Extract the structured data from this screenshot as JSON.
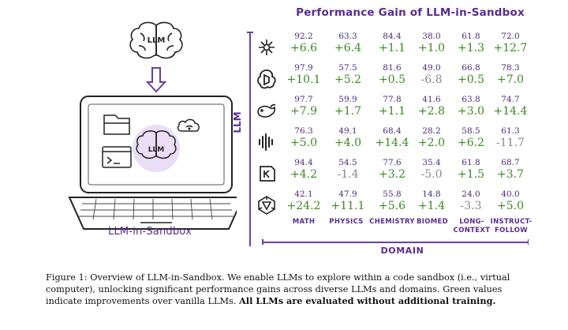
{
  "figure": {
    "sandbox_label": "LLM-in-Sandbox",
    "brain_label_top": "LLM",
    "brain_label_screen": "LLM",
    "panel_title": "Performance Gain of LLM-in-Sandbox",
    "llm_axis_label": "LLM",
    "domain_axis_label": "DOMAIN",
    "domains": [
      {
        "line1": "MATH",
        "line2": ""
      },
      {
        "line1": "PHYSICS",
        "line2": ""
      },
      {
        "line1": "CHEMISTRY",
        "line2": ""
      },
      {
        "line1": "BIOMED",
        "line2": ""
      },
      {
        "line1": "LONG-",
        "line2": "CONTEXT"
      },
      {
        "line1": "INSTRUCT-",
        "line2": "FOLLOW"
      }
    ],
    "rows": [
      {
        "icon": "model-1-logo-icon",
        "cells": [
          {
            "base": "92.2",
            "gain": "+6.6",
            "positive": true
          },
          {
            "base": "63.3",
            "gain": "+6.4",
            "positive": true
          },
          {
            "base": "84.4",
            "gain": "+1.1",
            "positive": true
          },
          {
            "base": "38.0",
            "gain": "+1.0",
            "positive": true
          },
          {
            "base": "61.8",
            "gain": "+1.3",
            "positive": true
          },
          {
            "base": "72.0",
            "gain": "+12.7",
            "positive": true
          }
        ]
      },
      {
        "icon": "openai-logo-icon",
        "cells": [
          {
            "base": "97.9",
            "gain": "+10.1",
            "positive": true
          },
          {
            "base": "57.5",
            "gain": "+5.2",
            "positive": true
          },
          {
            "base": "81.6",
            "gain": "+0.5",
            "positive": true
          },
          {
            "base": "49.0",
            "gain": "-6.8",
            "positive": false
          },
          {
            "base": "66.8",
            "gain": "+0.5",
            "positive": true
          },
          {
            "base": "78.3",
            "gain": "+7.0",
            "positive": true
          }
        ]
      },
      {
        "icon": "deepseek-whale-logo-icon",
        "cells": [
          {
            "base": "97.7",
            "gain": "+7.9",
            "positive": true
          },
          {
            "base": "59.9",
            "gain": "+1.7",
            "positive": true
          },
          {
            "base": "77.8",
            "gain": "+1.1",
            "positive": true
          },
          {
            "base": "41.6",
            "gain": "+2.8",
            "positive": true
          },
          {
            "base": "63.8",
            "gain": "+3.0",
            "positive": true
          },
          {
            "base": "74.7",
            "gain": "+14.4",
            "positive": true
          }
        ]
      },
      {
        "icon": "waveform-logo-icon",
        "cells": [
          {
            "base": "76.3",
            "gain": "+5.0",
            "positive": true
          },
          {
            "base": "49.1",
            "gain": "+4.0",
            "positive": true
          },
          {
            "base": "68.4",
            "gain": "+14.4",
            "positive": true
          },
          {
            "base": "28.2",
            "gain": "+2.0",
            "positive": true
          },
          {
            "base": "58.5",
            "gain": "+6.2",
            "positive": true
          },
          {
            "base": "61.3",
            "gain": "-11.7",
            "positive": false
          }
        ]
      },
      {
        "icon": "k-logo-icon",
        "cells": [
          {
            "base": "94.4",
            "gain": "+4.2",
            "positive": true
          },
          {
            "base": "54.5",
            "gain": "-1.4",
            "positive": false
          },
          {
            "base": "77.6",
            "gain": "+3.2",
            "positive": true
          },
          {
            "base": "35.4",
            "gain": "-5.0",
            "positive": false
          },
          {
            "base": "61.8",
            "gain": "+1.5",
            "positive": true
          },
          {
            "base": "68.7",
            "gain": "+3.7",
            "positive": true
          }
        ]
      },
      {
        "icon": "qwen-logo-icon",
        "cells": [
          {
            "base": "42.1",
            "gain": "+24.2",
            "positive": true
          },
          {
            "base": "47.9",
            "gain": "+11.1",
            "positive": true
          },
          {
            "base": "55.8",
            "gain": "+5.6",
            "positive": true
          },
          {
            "base": "14.8",
            "gain": "+1.4",
            "positive": true
          },
          {
            "base": "24.0",
            "gain": "-3.3",
            "positive": false
          },
          {
            "base": "40.0",
            "gain": "+5.0",
            "positive": true
          }
        ]
      }
    ]
  },
  "caption": {
    "text": "Figure 1: Overview of LLM-in-Sandbox. We enable LLMs to explore within a code sandbox (i.e., virtual computer), unlocking significant performance gains across diverse LLMs and domains. Green values indicate improvements over vanilla LLMs. ",
    "bold": "All LLMs are evaluated without additional training."
  },
  "colors": {
    "accent_purple": "#5a2b91",
    "gain_green": "#3a8a1f",
    "loss_gray": "#8a8a8a"
  }
}
